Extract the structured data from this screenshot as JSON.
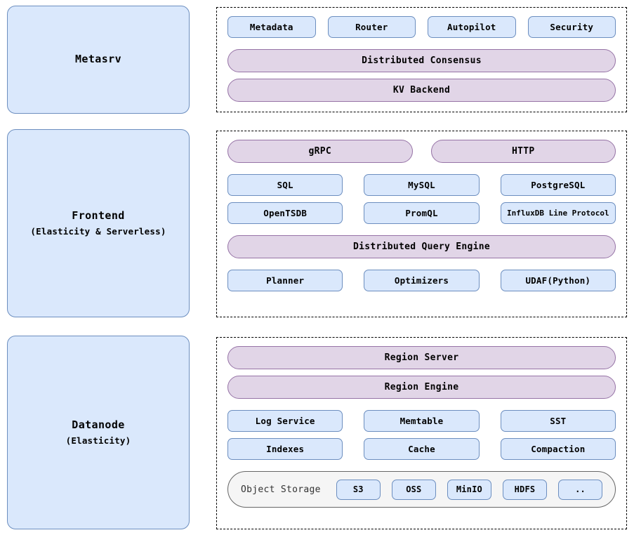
{
  "colors": {
    "box_fill": "#dae8fc",
    "box_border": "#6c8ebf",
    "pill_fill": "#e1d5e7",
    "pill_border": "#9673a6",
    "storage_fill": "#f5f5f5",
    "storage_border": "#666666",
    "panel_border": "#000000",
    "background": "#ffffff"
  },
  "sections": {
    "metasrv": {
      "title": "Metasrv",
      "subtitle": "",
      "services": [
        "Metadata",
        "Router",
        "Autopilot",
        "Security"
      ],
      "consensus": "Distributed Consensus",
      "kv_backend": "KV Backend"
    },
    "frontend": {
      "title": "Frontend",
      "subtitle": "(Elasticity & Serverless)",
      "protocols": [
        "gRPC",
        "HTTP"
      ],
      "interfaces_row1": [
        "SQL",
        "MySQL",
        "PostgreSQL"
      ],
      "interfaces_row2": [
        "OpenTSDB",
        "PromQL",
        "InfluxDB Line Protocol"
      ],
      "query_engine": "Distributed Query Engine",
      "engine_parts": [
        "Planner",
        "Optimizers",
        "UDAF(Python)"
      ]
    },
    "datanode": {
      "title": "Datanode",
      "subtitle": "(Elasticity)",
      "region_server": "Region Server",
      "region_engine": "Region Engine",
      "storage_row1": [
        "Log Service",
        "Memtable",
        "SST"
      ],
      "storage_row2": [
        "Indexes",
        "Cache",
        "Compaction"
      ],
      "object_storage": {
        "label": "Object Storage",
        "backends": [
          "S3",
          "OSS",
          "MinIO",
          "HDFS",
          ".."
        ]
      }
    }
  }
}
